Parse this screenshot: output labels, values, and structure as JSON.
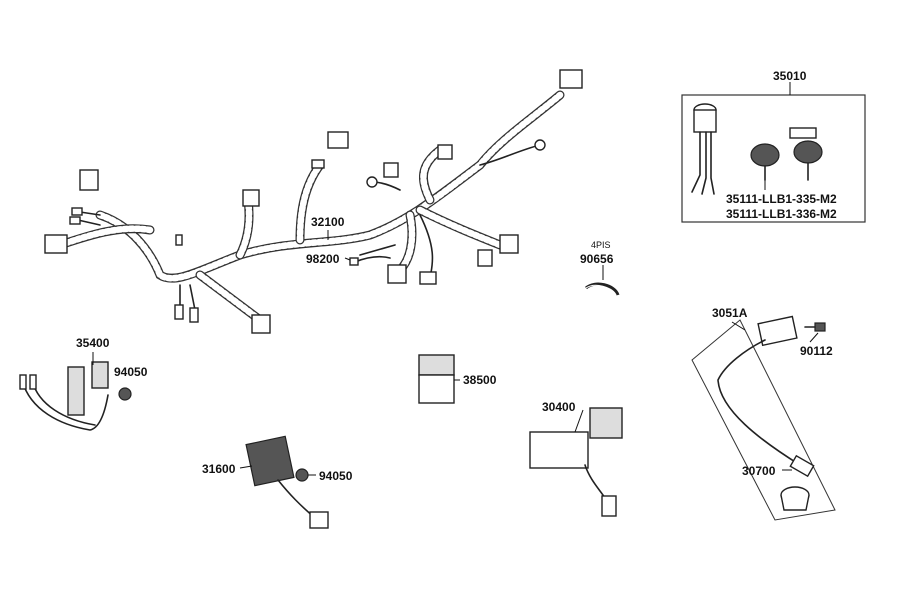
{
  "labels": {
    "p35010": "35010",
    "p35111a": "35111-LLB1-335-M2",
    "p35111b": "35111-LLB1-336-M2",
    "p32100": "32100",
    "p98200": "98200",
    "p4pis": "4PIS",
    "p90656": "90656",
    "p35400": "35400",
    "p94050a": "94050",
    "p38500": "38500",
    "p3051a": "3051A",
    "p90112": "90112",
    "p30400": "30400",
    "p31600": "31600",
    "p94050b": "94050",
    "p30700": "30700"
  }
}
